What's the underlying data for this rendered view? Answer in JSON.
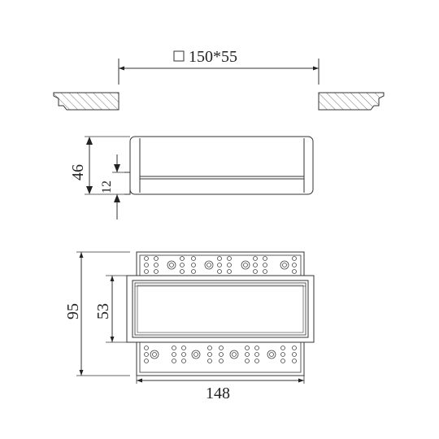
{
  "cutout": {
    "label": "150*55",
    "symbol": "square"
  },
  "side_view": {
    "height_label": "46",
    "lip_label": "12"
  },
  "front_view": {
    "outer_height_label": "95",
    "inner_height_label": "53",
    "width_label": "148"
  },
  "colors": {
    "line": "#333333",
    "hatch": "#555555",
    "background": "#ffffff"
  }
}
